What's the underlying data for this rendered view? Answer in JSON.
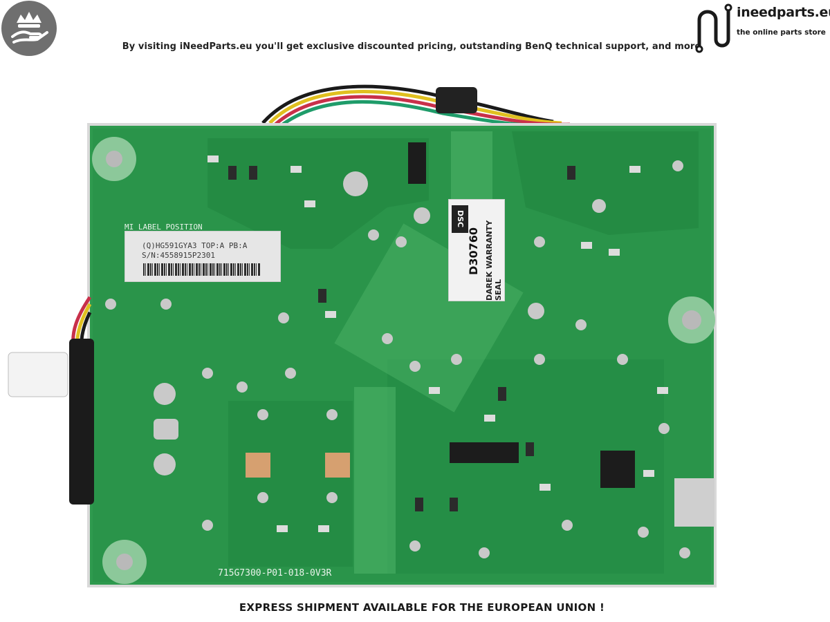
{
  "badge": {
    "icon": "crown-on-hand-icon"
  },
  "header": {
    "banner_text": "By visiting iNeedParts.eu you'll get exclusive discounted pricing, outstanding BenQ technical support, and more"
  },
  "logo": {
    "name": "ineedparts.eu",
    "tagline": "the online parts store"
  },
  "board": {
    "label_position_text": "MI LABEL POSITION",
    "label_line_1": "(Q)HG591GYA3    TOP:A PB:A",
    "label_line_2": "S/N:4558915P2301",
    "seal_code": "DSC",
    "seal_number": "D30760",
    "seal_text": "DAREK WARRANTY SEAL",
    "board_code": "715G7300-P01-018-0V3R"
  },
  "footer": {
    "banner_text": "EXPRESS SHIPMENT AVAILABLE FOR THE EUROPEAN UNION !"
  },
  "colors": {
    "pcb_green": "#2e9a4e",
    "pcb_dark": "#1f7c3b",
    "badge_gray": "#6f6f6f"
  }
}
